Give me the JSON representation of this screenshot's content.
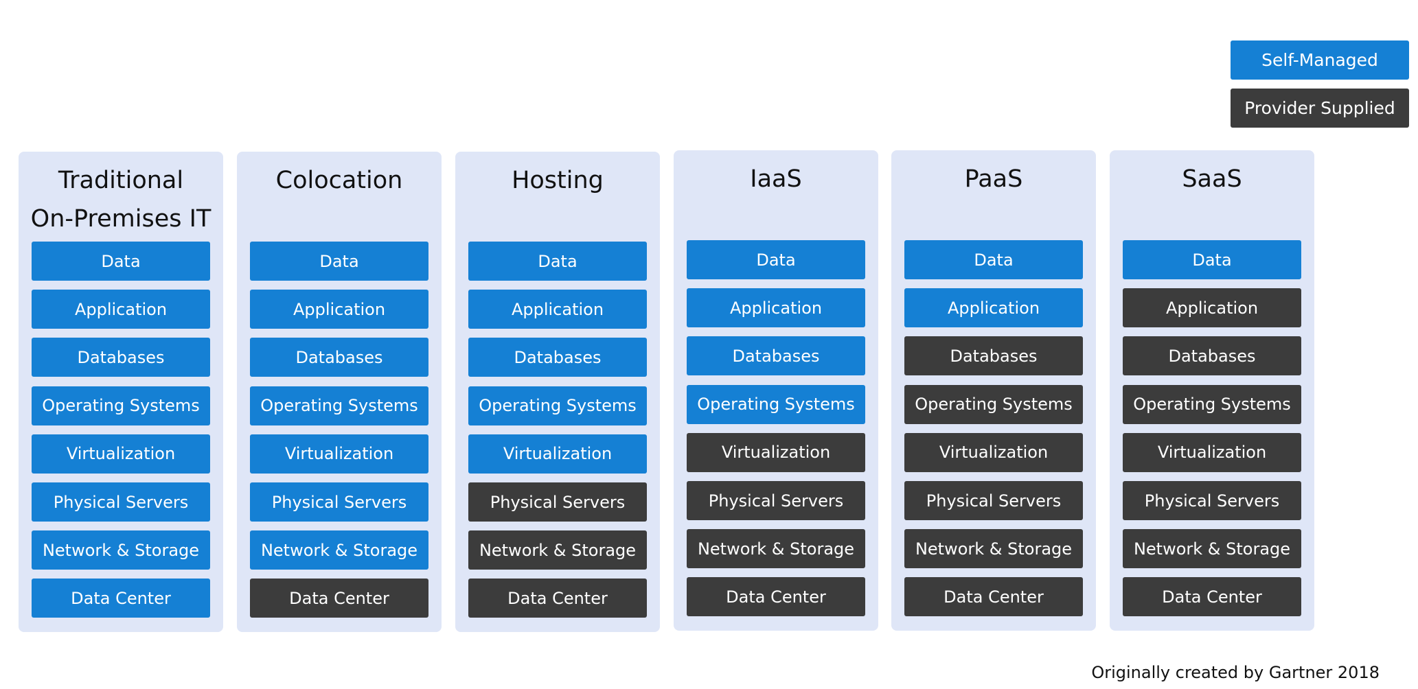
{
  "legend": {
    "self_managed": "Self-Managed",
    "provider_supplied": "Provider Supplied"
  },
  "colors": {
    "self_managed": "#1580d4",
    "provider_supplied": "#3c3c3c",
    "column_background": "#dfe6f7"
  },
  "layer_labels": [
    "Data",
    "Application",
    "Databases",
    "Operating Systems",
    "Virtualization",
    "Physical Servers",
    "Network & Storage",
    "Data Center"
  ],
  "columns": [
    {
      "title": "Traditional\nOn-Premises IT",
      "layers": [
        "self",
        "self",
        "self",
        "self",
        "self",
        "self",
        "self",
        "self"
      ]
    },
    {
      "title": "Colocation",
      "layers": [
        "self",
        "self",
        "self",
        "self",
        "self",
        "self",
        "self",
        "provider"
      ]
    },
    {
      "title": "Hosting",
      "layers": [
        "self",
        "self",
        "self",
        "self",
        "self",
        "provider",
        "provider",
        "provider"
      ]
    },
    {
      "title": "IaaS",
      "layers": [
        "self",
        "self",
        "self",
        "self",
        "provider",
        "provider",
        "provider",
        "provider"
      ]
    },
    {
      "title": "PaaS",
      "layers": [
        "self",
        "self",
        "provider",
        "provider",
        "provider",
        "provider",
        "provider",
        "provider"
      ]
    },
    {
      "title": "SaaS",
      "layers": [
        "self",
        "provider",
        "provider",
        "provider",
        "provider",
        "provider",
        "provider",
        "provider"
      ]
    }
  ],
  "footer": "Originally created by Gartner 2018"
}
